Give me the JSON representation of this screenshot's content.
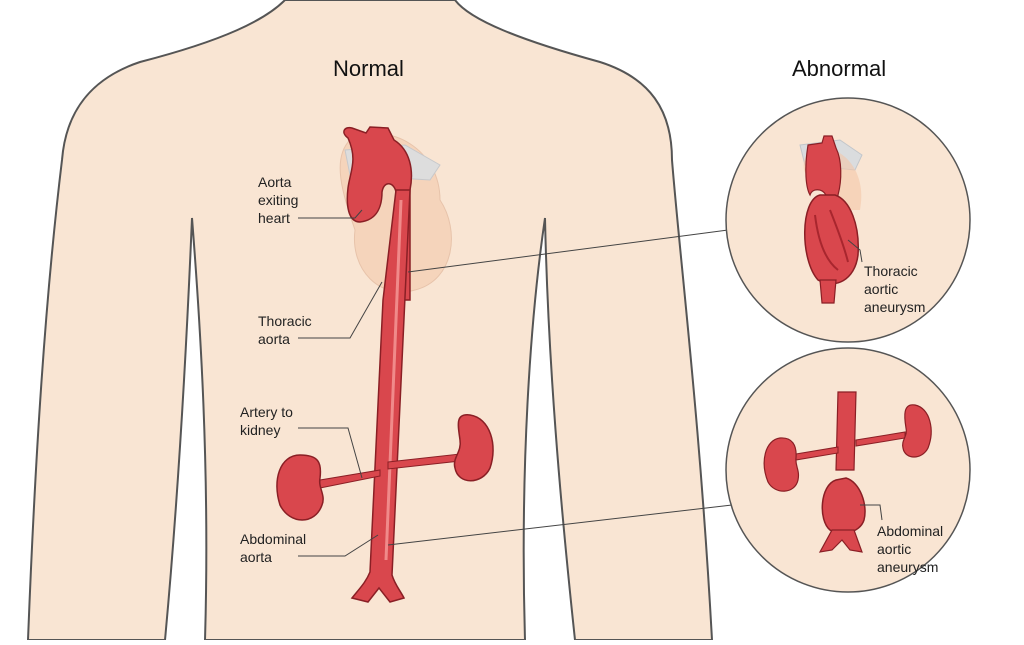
{
  "headings": {
    "normal": "Normal",
    "abnormal": "Abnormal"
  },
  "labels": {
    "aorta_exiting_heart": "Aorta\nexiting\nheart",
    "thoracic_aorta": "Thoracic\naorta",
    "artery_to_kidney": "Artery to\nkidney",
    "abdominal_aorta": "Abdominal\naorta",
    "thoracic_aneurysm": "Thoracic\naortic\naneurysm",
    "abdominal_aneurysm": "Abdominal\naortic\naneurysm"
  },
  "colors": {
    "skin": "#f9e5d3",
    "outline": "#555555",
    "artery": "#d9474d",
    "artery_dark": "#a8262e",
    "artery_highlight": "#f08a8a",
    "heart": "#f3c7a9"
  }
}
